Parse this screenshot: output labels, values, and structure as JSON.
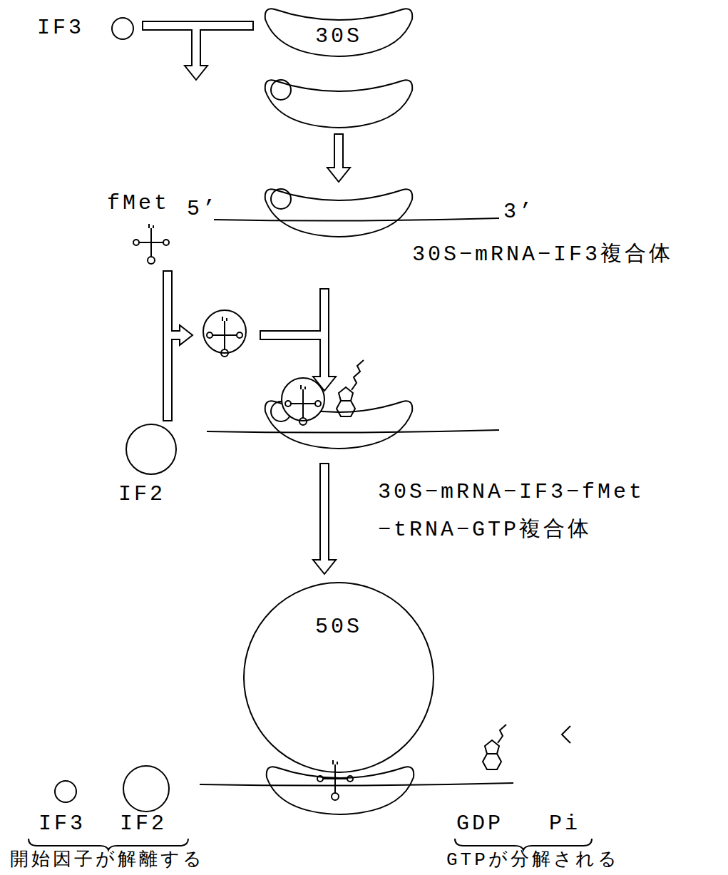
{
  "diagram": {
    "nodes": [
      {
        "text": [
          "30S"
        ]
      },
      {
        "text": [
          "50S"
        ]
      }
    ],
    "labels": [
      "IF3",
      "fMet",
      "5’",
      "3’",
      "30S−mRNA−IF3複合体",
      "IF2",
      "30S−mRNA−IF3−fMet −tRNA−GTP複合体",
      "IF3",
      "IF2",
      "開始因子が解離する",
      "GDP",
      "Pi",
      "GTPが分解される"
    ]
  }
}
